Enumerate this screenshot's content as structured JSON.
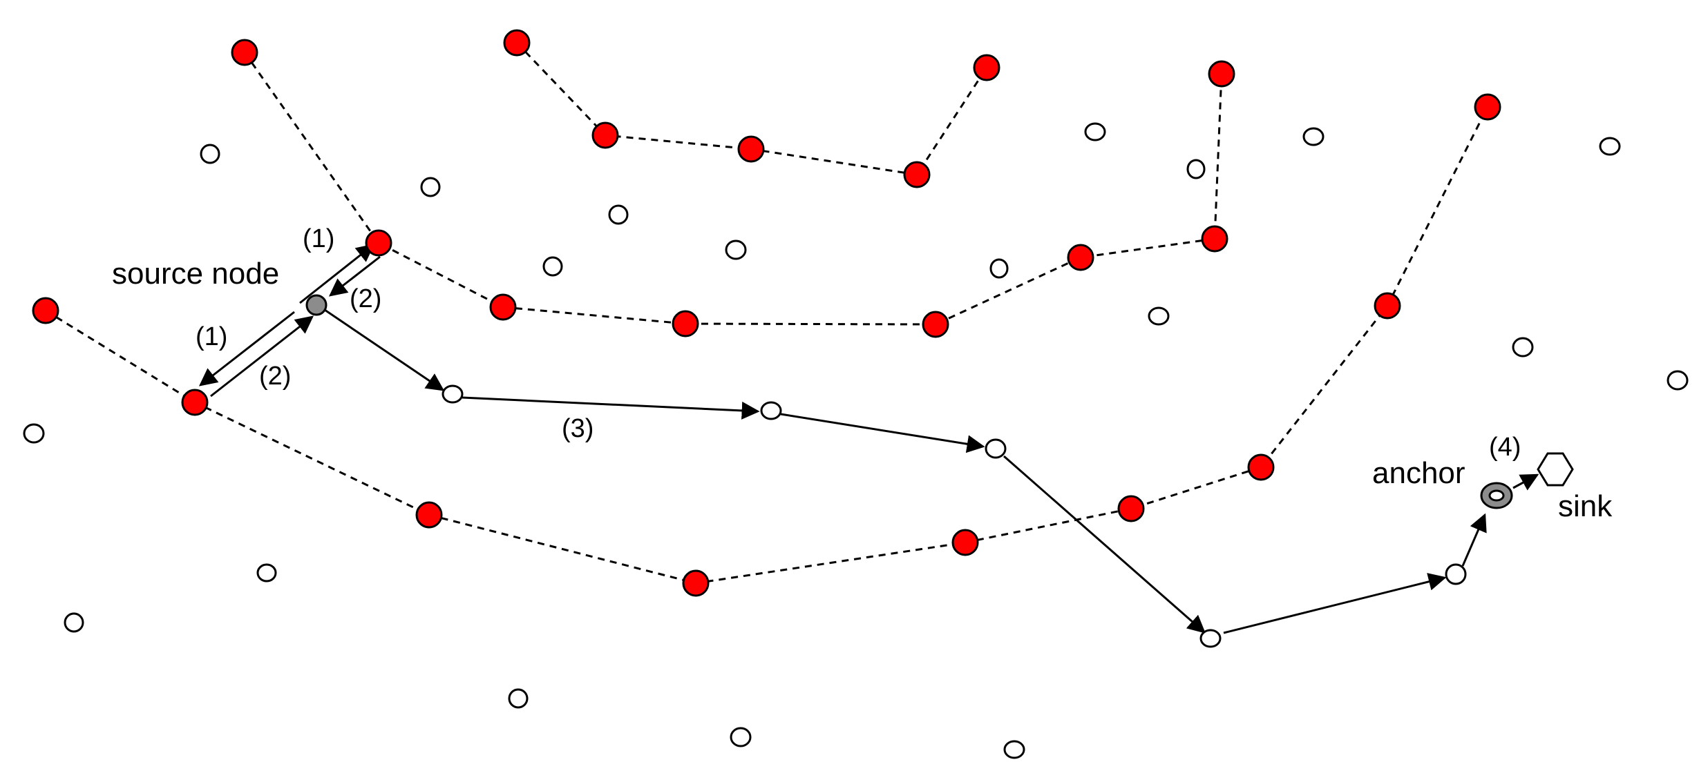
{
  "labels": {
    "source": "source node",
    "anchor": "anchor",
    "sink": "sink",
    "step1a": "(1)",
    "step1b": "(1)",
    "step2a": "(2)",
    "step2b": "(2)",
    "step3": "(3)",
    "step4": "(4)"
  },
  "colors": {
    "red_node": "#ff0000",
    "source_node": "#8c8c8c",
    "anchor_node": "#8c8c8c",
    "white_node": "#ffffff",
    "stroke": "#000000"
  }
}
